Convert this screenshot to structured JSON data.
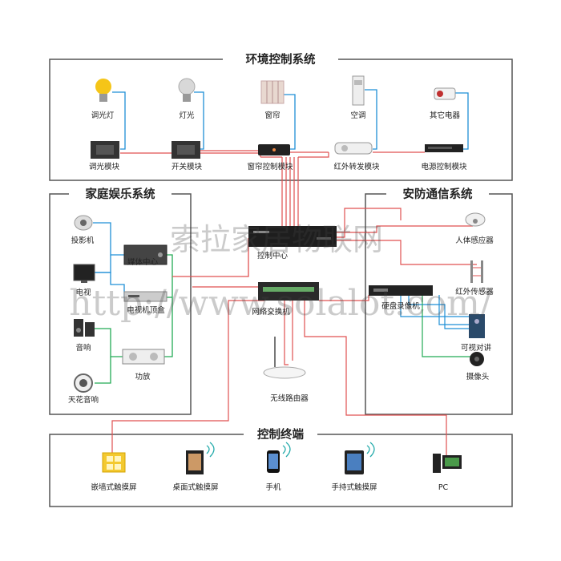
{
  "sections": {
    "env": "环境控制系统",
    "ent": "家庭娱乐系统",
    "sec": "安防通信系统",
    "term": "控制终端"
  },
  "nodes": {
    "dim_light": "调光灯",
    "light": "灯光",
    "curtain": "窗帘",
    "ac": "空调",
    "other_app": "其它电器",
    "dim_module": "调光模块",
    "switch_module": "开关模块",
    "curtain_module": "窗帘控制模块",
    "ir_module": "红外转发模块",
    "power_module": "电源控制模块",
    "projector": "投影机",
    "media_center": "媒体中心",
    "tv": "电视",
    "stb": "电视机顶盒",
    "speaker": "音响",
    "amp": "功放",
    "ceiling_speaker": "天花音响",
    "control_center": "控制中心",
    "network_switch": "网络交换机",
    "router": "无线路由器",
    "body_sensor": "人体感应器",
    "ir_sensor": "红外传感器",
    "dvr": "硬盘录像机",
    "intercom": "可视对讲",
    "camera": "摄像头",
    "wall_panel": "嵌墙式触摸屏",
    "desk_panel": "桌面式触摸屏",
    "phone": "手机",
    "handheld": "手持式触摸屏",
    "pc": "PC"
  },
  "watermark": {
    "brand": "索拉家居物联网",
    "url": "http://www.solalot.com/"
  },
  "colors": {
    "red_link": "#e05050",
    "blue_link": "#1f8fd6",
    "green_link": "#22aa55",
    "frame": "#555555"
  }
}
